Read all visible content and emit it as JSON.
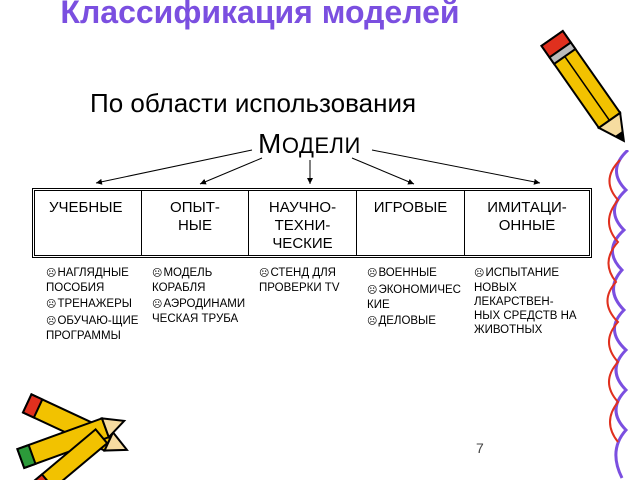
{
  "title": "Классификация моделей",
  "subtitle": "По области использования",
  "root_first": "М",
  "root_rest": "ОДЕЛИ",
  "columns": [
    {
      "header": "УЧЕБНЫЕ",
      "items": [
        "НАГЛЯДНЫЕ ПОСОБИЯ",
        "ТРЕНАЖЕРЫ",
        "ОБУЧАЮ-ЩИЕ ПРОГРАММЫ"
      ]
    },
    {
      "header": "ОПЫТ-НЫЕ",
      "items": [
        "МОДЕЛЬ КОРАБЛЯ",
        "АЭРОДИНАМИЧЕСКАЯ ТРУБА"
      ]
    },
    {
      "header": "НАУЧНО-ТЕХНИ-ЧЕСКИЕ",
      "items": [
        "СТЕНД ДЛЯ ПРОВЕРКИ TV"
      ]
    },
    {
      "header": "ИГРОВЫЕ",
      "items": [
        "ВОЕННЫЕ",
        "ЭКОНОМИЧЕСКИЕ",
        "ДЕЛОВЫЕ"
      ]
    },
    {
      "header": "ИМИТАЦИ-ОННЫЕ",
      "items": [
        "ИСПЫТАНИЕ НОВЫХ ЛЕКАРСТВЕН-НЫХ СРЕДСТВ НА ЖИВОТНЫХ"
      ]
    }
  ],
  "bullet_glyph": "☹",
  "page_number": "7",
  "colors": {
    "title": "#7b4fe0",
    "pencil_yellow": "#f2c200",
    "pencil_red": "#e0301e"
  }
}
